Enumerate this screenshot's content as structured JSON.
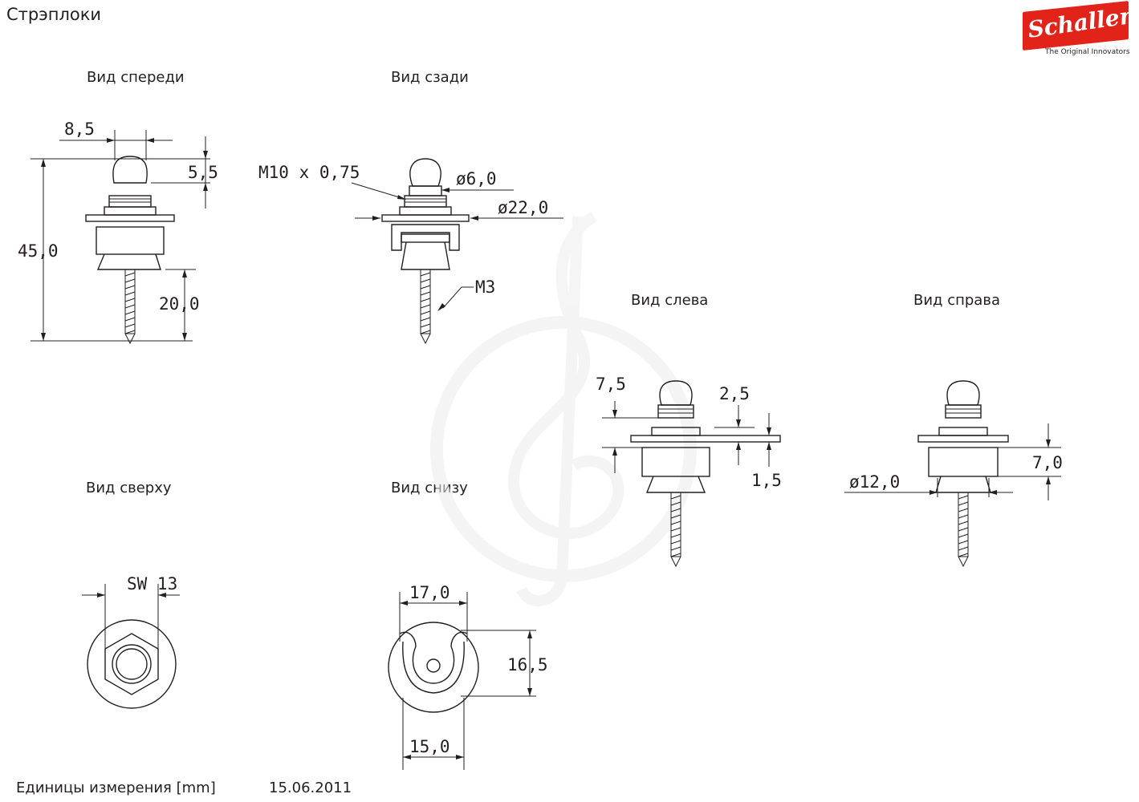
{
  "title": "Стрэплоки",
  "logo": {
    "name": "Schaller",
    "tagline": "The Original Innovators"
  },
  "views": {
    "front": "Вид спереди",
    "back": "Вид сзади",
    "left": "Вид слева",
    "right": "Вид справа",
    "top": "Вид сверху",
    "bottom": "Вид снизу"
  },
  "dimensions": {
    "front_width": "8,5",
    "front_head": "5,5",
    "front_total": "45,0",
    "front_screw": "20,0",
    "back_thread": "M10 x 0,75",
    "back_d6": "ø6,0",
    "back_d22": "ø22,0",
    "back_screw": "M3",
    "left_a": "7,5",
    "left_b": "2,5",
    "left_c": "1,5",
    "right_d12": "ø12,0",
    "right_h": "7,0",
    "top_sw": "SW 13",
    "bottom_w17": "17,0",
    "bottom_h16": "16,5",
    "bottom_w15": "15,0"
  },
  "footer": {
    "units": "Единицы измерения [mm]",
    "date": "15.06.2011"
  },
  "colors": {
    "ink": "#231f20",
    "brand": "#e2231a",
    "watermark": "#ececec"
  }
}
